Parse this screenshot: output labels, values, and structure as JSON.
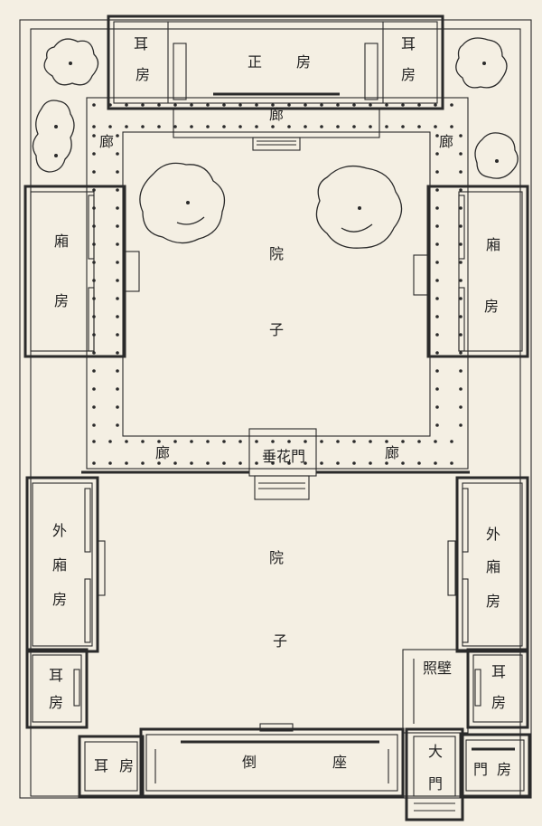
{
  "labels": {
    "main_hall": [
      "正",
      "房"
    ],
    "ear_room_top_left": [
      "耳",
      "房"
    ],
    "ear_room_top_right": [
      "耳",
      "房"
    ],
    "corridor": "廊",
    "side_room": [
      "廂",
      "房"
    ],
    "courtyard": [
      "院",
      "子"
    ],
    "flower_gate": "垂花門",
    "outer_side_room": [
      "外",
      "廂",
      "房"
    ],
    "ear_room_bottom_left": [
      "耳",
      "房"
    ],
    "ear_room_bottom_right": [
      "耳",
      "房"
    ],
    "screen_wall": "照壁",
    "reverse_hall": [
      "倒",
      "座"
    ],
    "main_gate": [
      "大",
      "門"
    ],
    "gate_room": [
      "門",
      "房"
    ]
  }
}
